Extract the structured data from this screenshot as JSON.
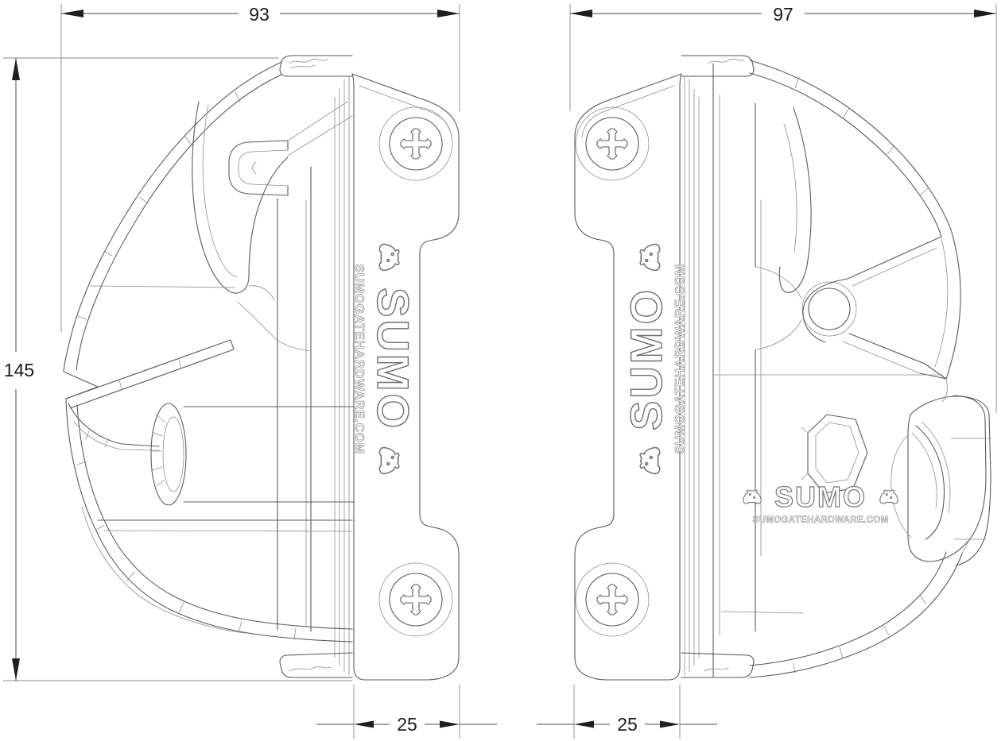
{
  "dimensions": {
    "left_view_width": "93",
    "right_view_width": "97",
    "height": "145",
    "left_view_base": "25",
    "right_view_base": "25"
  },
  "branding": {
    "logo": "SUMO",
    "website": "SUMOGATEHARDWARE.COM"
  },
  "colors": {
    "background": "#ffffff",
    "outline": "#5b5b5b",
    "outline_light": "#8f8f8f",
    "dimension_text": "#1c1c1c",
    "logo_outline": "#6e6e6e"
  }
}
